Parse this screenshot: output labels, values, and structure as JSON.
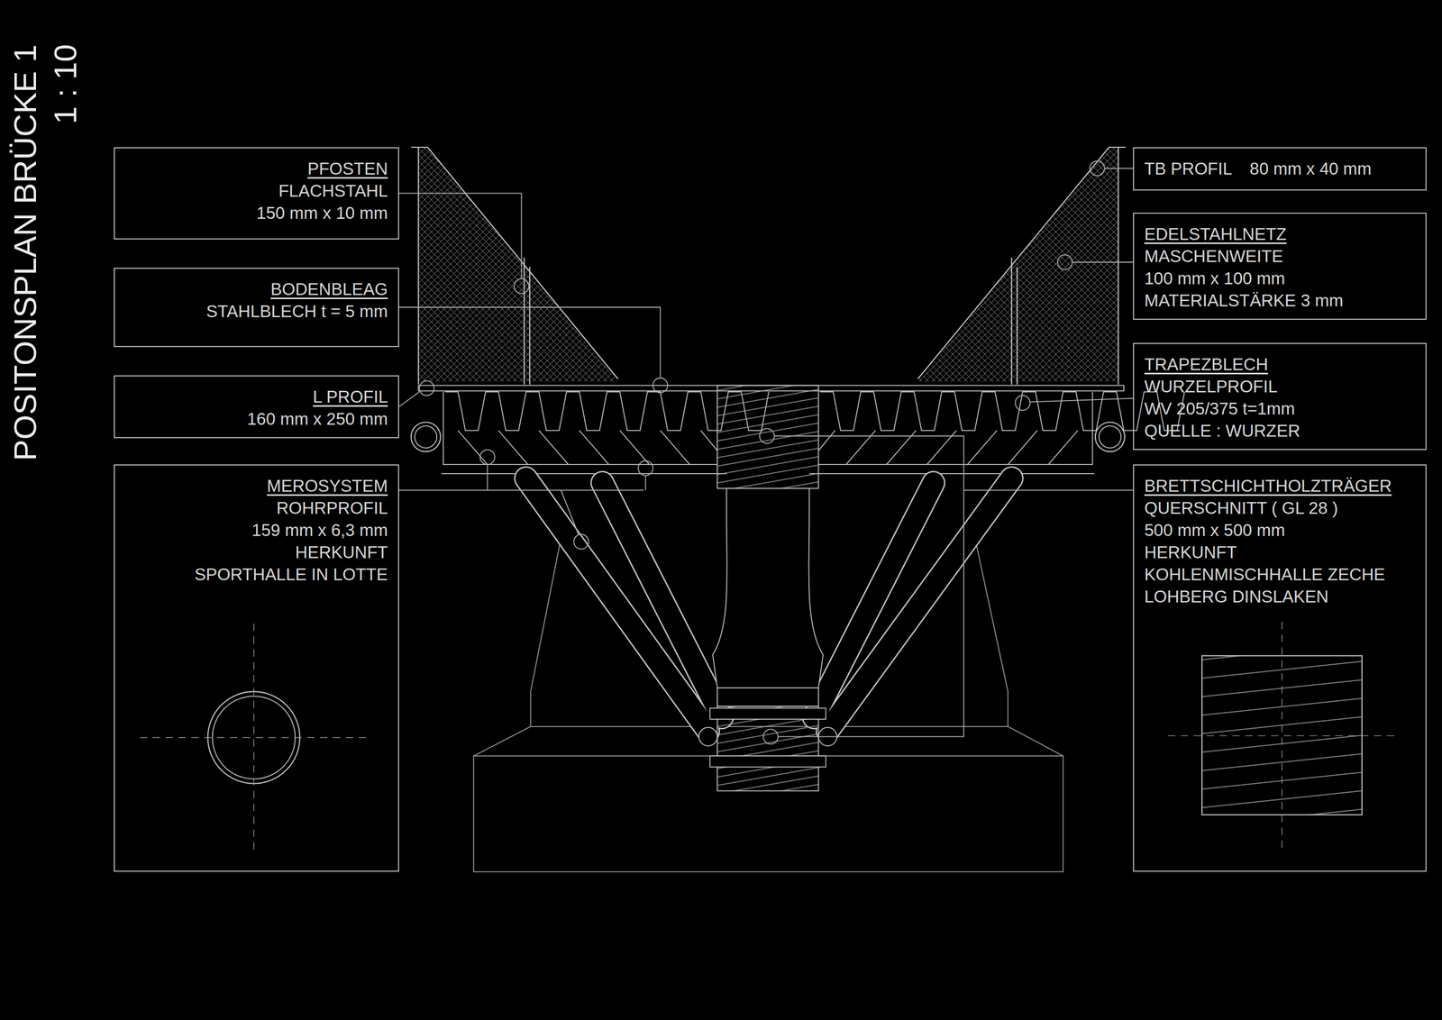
{
  "diagram": {
    "title": "POSITONSPLAN BRÜCKE 1",
    "nodes": [
      {
        "text": [
          "PFOSTEN",
          "FLACHSTAHL",
          "150 mm x 10 mm"
        ]
      },
      {
        "text": [
          "BODENBLEAG",
          "STAHLBLECH t = 5 mm"
        ]
      },
      {
        "text": [
          "L PROFIL",
          "160 mm x 250 mm"
        ]
      },
      {
        "text": [
          "MEROSYSTEM",
          "ROHRPROFIL",
          "159 mm x 6,3 mm",
          "HERKUNFT",
          "SPORTHALLE IN LOTTE"
        ]
      },
      {
        "text": [
          "TB PROFIL",
          "80 mm x 40 mm"
        ]
      },
      {
        "text": [
          "EDELSTAHLNETZ",
          "MASCHENWEITE",
          "100 mm x 100 mm",
          "MATERIALSTÄRKE 3 mm"
        ]
      },
      {
        "text": [
          "TRAPEZBLECH",
          "WURZELPROFIL",
          "WV 205/375 t=1mm",
          "QUELLE : WURZER"
        ]
      },
      {
        "text": [
          "BRETTSCHICHTHOLZTRÄGER",
          "QUERSCHNITT ( GL 28 )",
          "500 mm x 500 mm",
          "HERKUNFT",
          "KOHLENMISCHHALLE ZECHE",
          "LOHBERG DINSLAKEN"
        ]
      }
    ],
    "labels": [
      "1 : 10"
    ]
  }
}
